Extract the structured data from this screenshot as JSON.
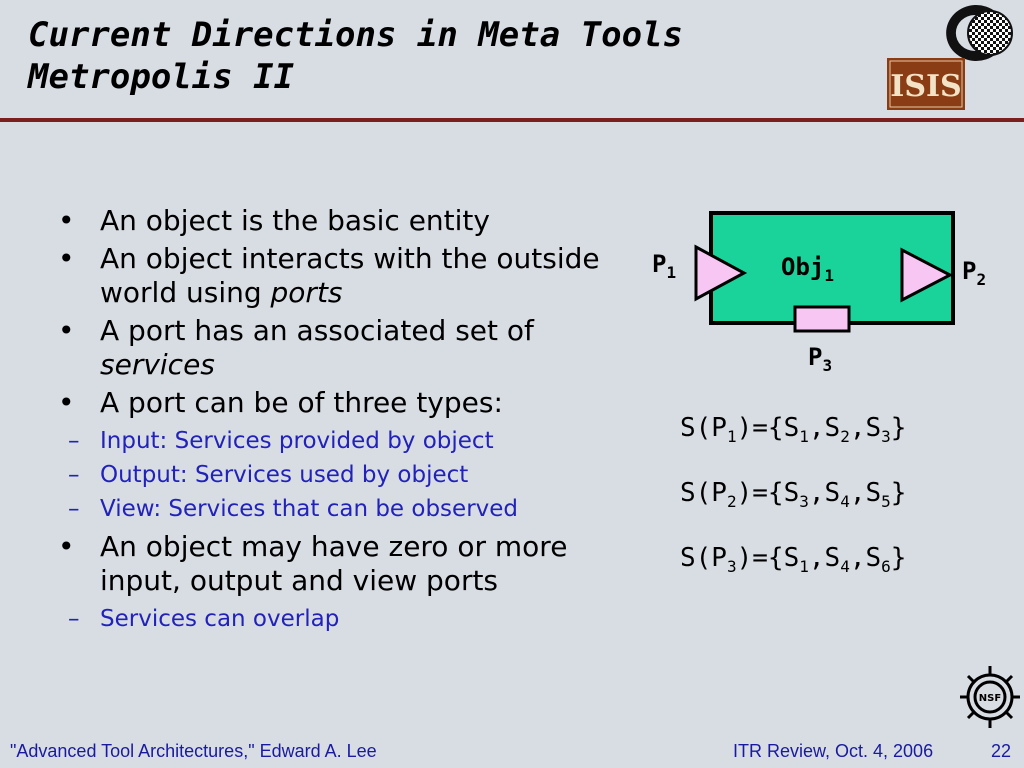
{
  "title": {
    "line1": "Current Directions in Meta Tools",
    "line2": "Metropolis II"
  },
  "bullets": [
    {
      "text": "An object is the basic entity"
    },
    {
      "text_before": "An object interacts with the outside world using ",
      "text_italic": "ports"
    },
    {
      "text_before": "A port has an associated set of ",
      "text_italic": "services"
    },
    {
      "text": "A port can be of three types:",
      "sub": [
        "Input: Services provided by object",
        "Output: Services used by object",
        "View: Services that can be observed"
      ]
    },
    {
      "text": "An object may have zero or more input, output and view ports",
      "sub": [
        "Services can overlap"
      ]
    }
  ],
  "diagram": {
    "object_label": "Obj",
    "object_sub": "1",
    "p1": "P",
    "p1_sub": "1",
    "p2": "P",
    "p2_sub": "2",
    "p3": "P",
    "p3_sub": "3",
    "colors": {
      "object_fill": "#1ad39a",
      "port_fill": "#f7c6f2"
    }
  },
  "service_sets": [
    {
      "lhs": "S(P",
      "lhs_sub": "1",
      "parts": [
        {
          "s": "S",
          "n": "1"
        },
        {
          "s": "S",
          "n": "2"
        },
        {
          "s": "S",
          "n": "3"
        }
      ]
    },
    {
      "lhs": "S(P",
      "lhs_sub": "2",
      "parts": [
        {
          "s": "S",
          "n": "3"
        },
        {
          "s": "S",
          "n": "4"
        },
        {
          "s": "S",
          "n": "5"
        }
      ]
    },
    {
      "lhs": "S(P",
      "lhs_sub": "3",
      "parts": [
        {
          "s": "S",
          "n": "1"
        },
        {
          "s": "S",
          "n": "4"
        },
        {
          "s": "S",
          "n": "6"
        }
      ]
    }
  ],
  "glyphs": {
    "bullet": "•",
    "dash": "–",
    "open": ")={",
    "comma": ",",
    "close": "}"
  },
  "logos": {
    "c_icon": "c-checker-logo-icon",
    "isis_icon": "isis-logo-icon",
    "isis_text": "ISIS",
    "nsf_icon": "nsf-seal-icon",
    "nsf_text": "NSF"
  },
  "footer": {
    "left": "\"Advanced Tool Architectures,\" Edward A. Lee",
    "right": "ITR Review, Oct. 4, 2006",
    "page": "22"
  }
}
